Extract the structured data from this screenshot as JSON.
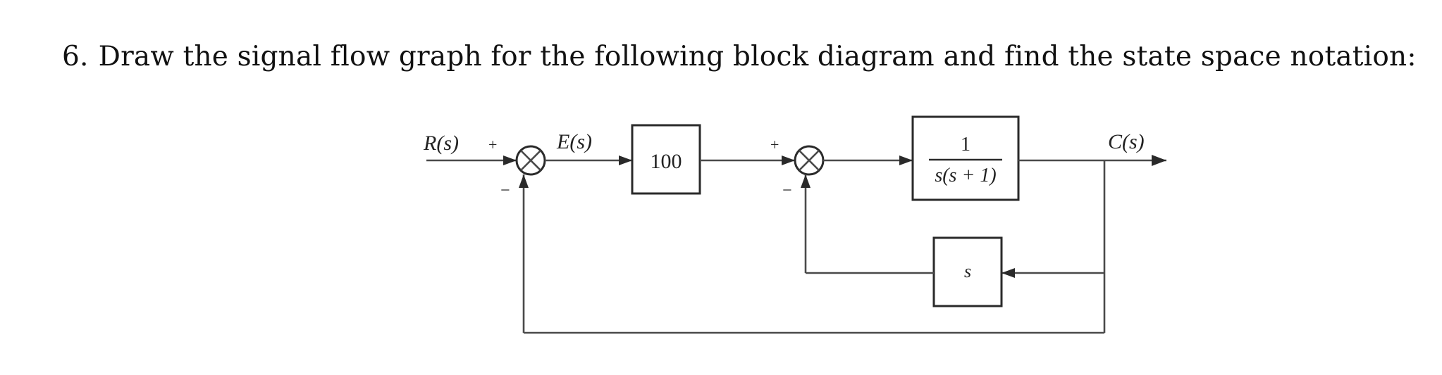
{
  "question": {
    "number": "6.",
    "text": "Draw the signal flow graph for the following block diagram and find the state space notation:"
  },
  "diagram": {
    "input_label": "R(s)",
    "error_label": "E(s)",
    "output_label": "C(s)",
    "sum1_plus": "+",
    "sum1_minus": "−",
    "sum2_plus": "+",
    "sum2_minus": "−",
    "gain_block": "100",
    "plant_numerator": "1",
    "plant_denominator": "s(s + 1)",
    "feedback_block": "s"
  }
}
